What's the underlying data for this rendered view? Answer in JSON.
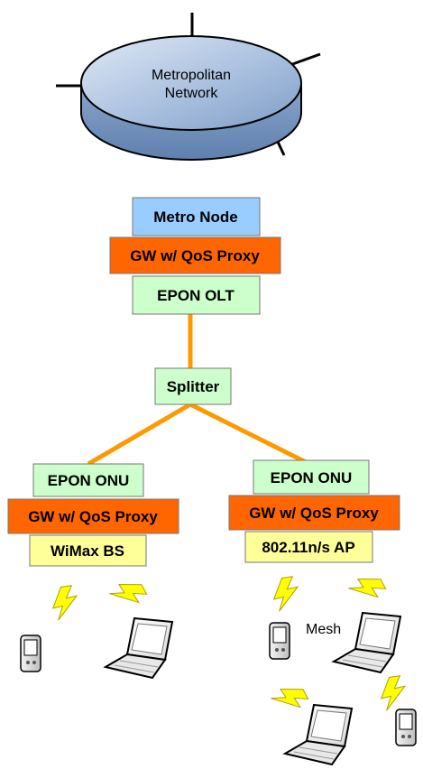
{
  "network": {
    "line1": "Metropolitan",
    "line2": "Network"
  },
  "olt_stack": {
    "node": "Metro Node",
    "gateway": "GW w/ QoS Proxy",
    "olt": "EPON OLT"
  },
  "splitter": "Splitter",
  "left_stack": {
    "onu": "EPON ONU",
    "gateway": "GW w/ QoS Proxy",
    "access": "WiMax BS"
  },
  "right_stack": {
    "onu": "EPON ONU",
    "gateway": "GW w/ QoS Proxy",
    "access": "802.11n/s AP"
  },
  "mesh_label": "Mesh",
  "colors": {
    "metro_node": "#99ccff",
    "gateway": "#ff6600",
    "epon": "#ccffcc",
    "access_point": "#ffff99",
    "fiber": "#ff9900",
    "wireless": "#ffff00"
  }
}
